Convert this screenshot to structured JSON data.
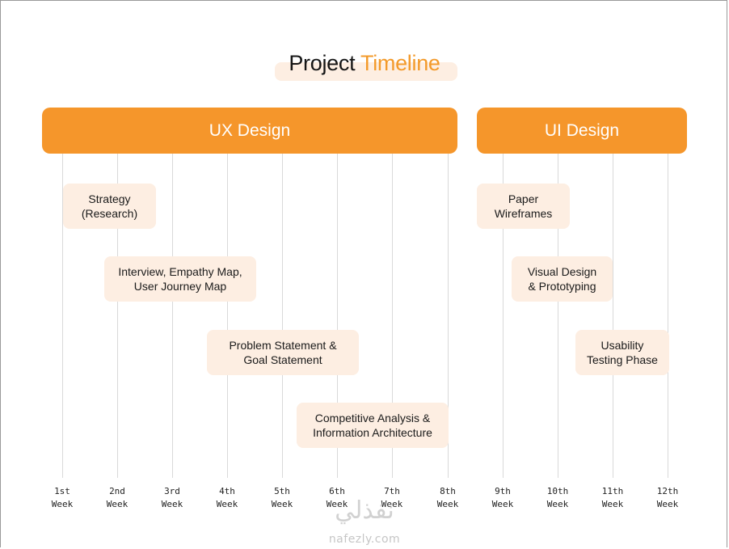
{
  "title": {
    "part1": "Project",
    "part2": "Timeline"
  },
  "colors": {
    "accent": "#f5962b",
    "task_bg": "#fdeee2",
    "gridline": "#d9d9d9"
  },
  "phases": [
    {
      "label": "UX Design",
      "weeks": [
        1,
        8
      ]
    },
    {
      "label": "UI Design",
      "weeks": [
        9,
        12
      ]
    }
  ],
  "weeks": [
    {
      "num": "1st",
      "word": "Week"
    },
    {
      "num": "2nd",
      "word": "Week"
    },
    {
      "num": "3rd",
      "word": "Week"
    },
    {
      "num": "4th",
      "word": "Week"
    },
    {
      "num": "5th",
      "word": "Week"
    },
    {
      "num": "6th",
      "word": "Week"
    },
    {
      "num": "7th",
      "word": "Week"
    },
    {
      "num": "8th",
      "word": "Week"
    },
    {
      "num": "9th",
      "word": "Week"
    },
    {
      "num": "10th",
      "word": "Week"
    },
    {
      "num": "11th",
      "word": "Week"
    },
    {
      "num": "12th",
      "word": "Week"
    }
  ],
  "tasks": [
    {
      "label": "Strategy\n(Research)",
      "phase": "UX Design"
    },
    {
      "label": "Interview, Empathy Map,\nUser Journey Map",
      "phase": "UX Design"
    },
    {
      "label": "Problem Statement &\nGoal Statement",
      "phase": "UX Design"
    },
    {
      "label": "Competitive Analysis &\nInformation Architecture",
      "phase": "UX Design"
    },
    {
      "label": "Paper\nWireframes",
      "phase": "UI Design"
    },
    {
      "label": "Visual Design\n& Prototyping",
      "phase": "UI Design"
    },
    {
      "label": "Usability\nTesting Phase",
      "phase": "UI Design"
    }
  ],
  "watermark": {
    "arabic": "نفذلي",
    "latin": "nafezly.com"
  }
}
